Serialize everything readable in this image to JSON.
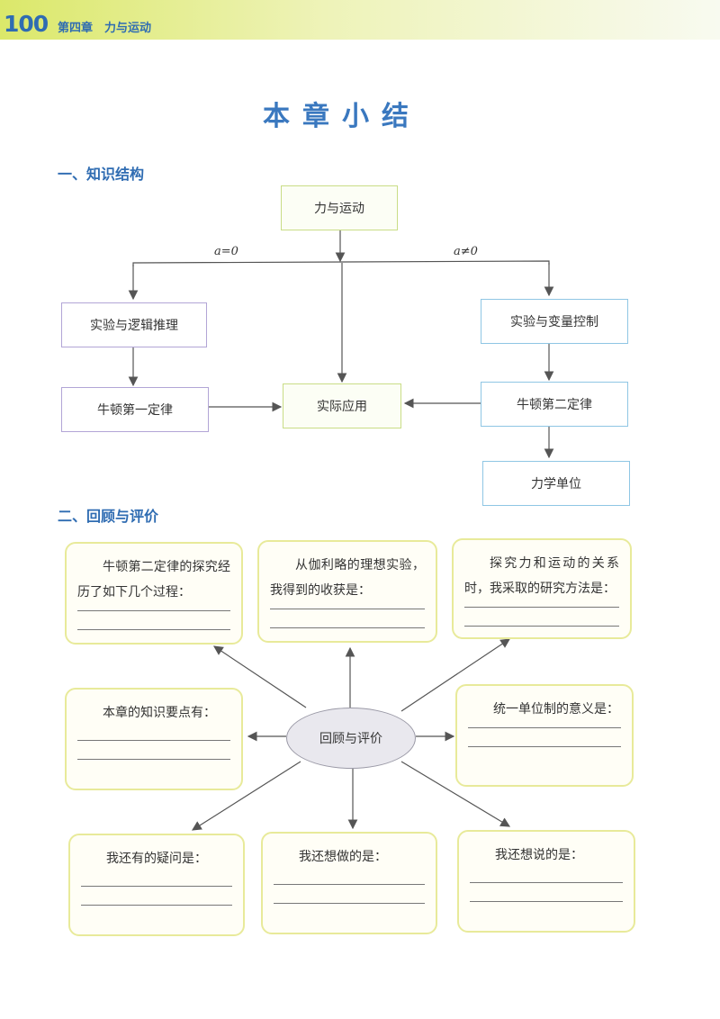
{
  "header": {
    "page_number": "100",
    "chapter": "第四章　力与运动"
  },
  "title": "本章小结",
  "section1": {
    "heading": "一、知识结构",
    "nodes": {
      "root": "力与运动",
      "logic": "实验与逻辑推理",
      "variable": "实验与变量控制",
      "newton1": "牛顿第一定律",
      "application": "实际应用",
      "newton2": "牛顿第二定律",
      "units": "力学单位"
    },
    "conditions": {
      "zero": "a=0",
      "nonzero": "a≠0"
    }
  },
  "section2": {
    "heading": "二、回顾与评价",
    "hub": "回顾与评价",
    "cards": {
      "c1": "牛顿第二定律的探究经历了如下几个过程：",
      "c2": "从伽利略的理想实验，我得到的收获是：",
      "c3": "探究力和运动的关系时，我采取的研究方法是：",
      "c4": "本章的知识要点有：",
      "c5": "统一单位制的意义是：",
      "c6": "我还有的疑问是：",
      "c7": "我还想做的是：",
      "c8": "我还想说的是："
    }
  }
}
